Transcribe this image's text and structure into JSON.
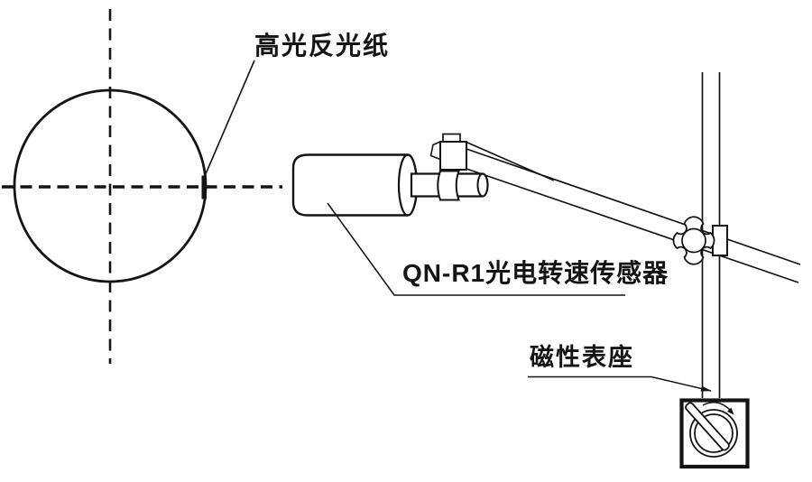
{
  "labels": {
    "reflective_paper": "高光反光纸",
    "sensor": "QN-R1光电转速传感器",
    "magnetic_base": "磁性表座"
  },
  "colors": {
    "ink": "#141414",
    "background": "#ffffff"
  }
}
